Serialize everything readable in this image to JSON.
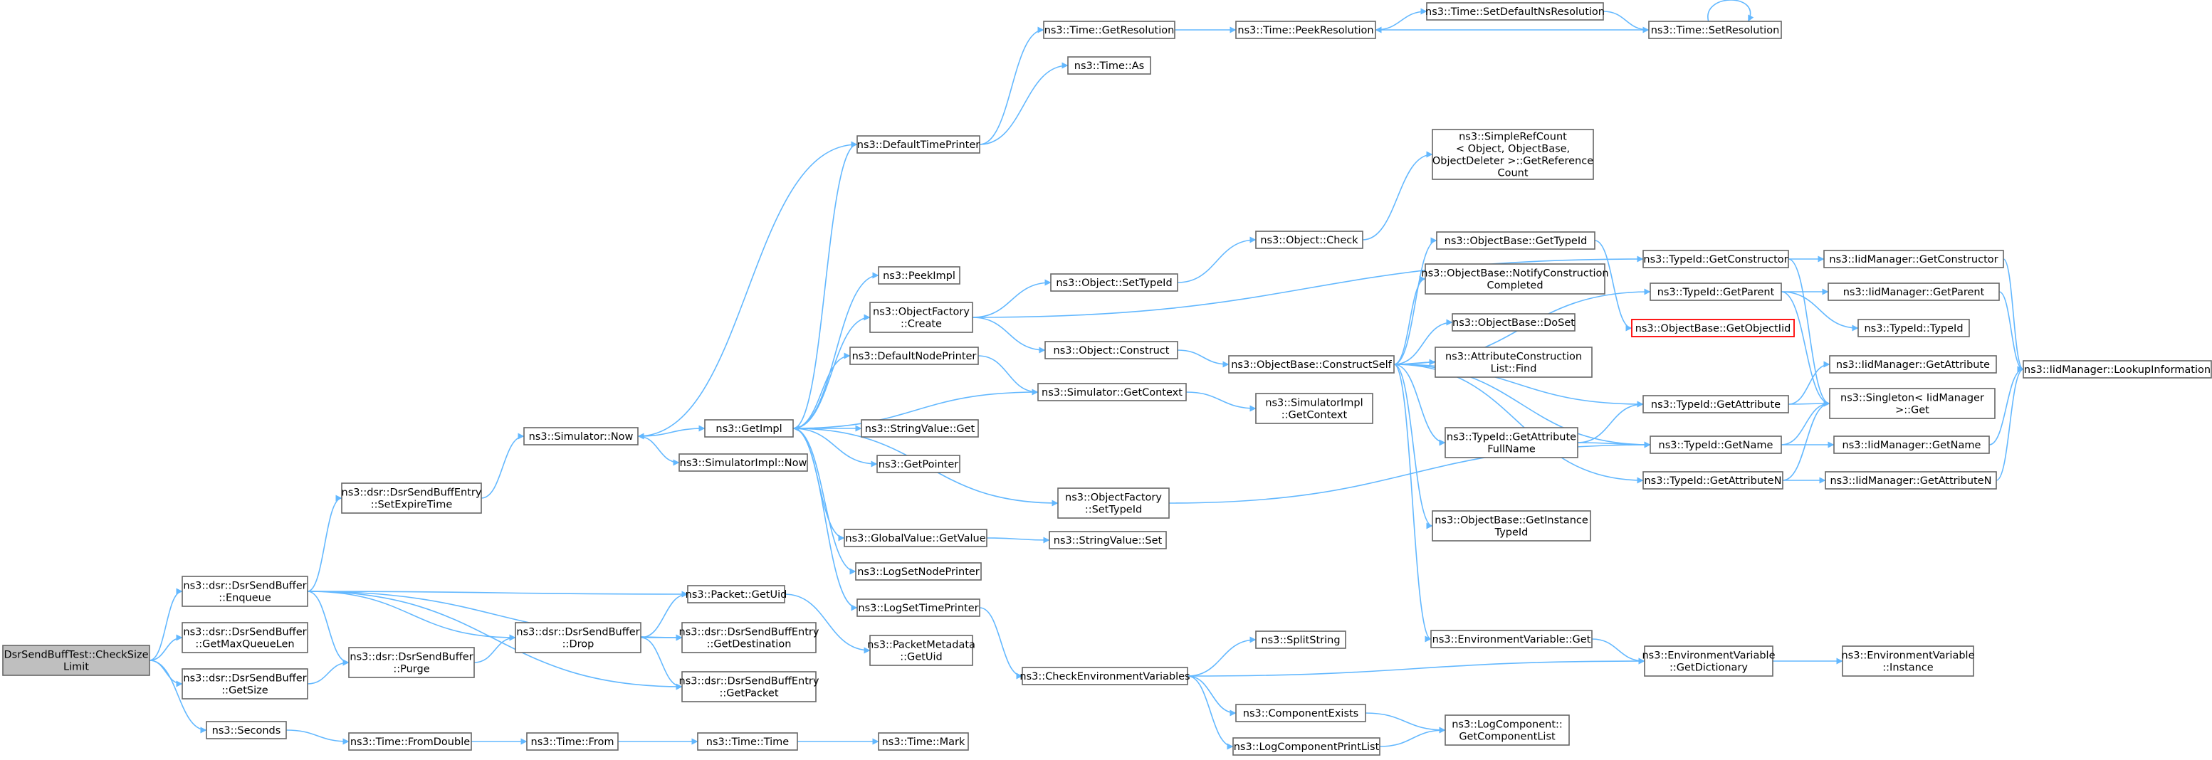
{
  "nodes": [
    {
      "id": "root",
      "lines": [
        "DsrSendBuffTest::CheckSize",
        "Limit"
      ],
      "cls": "root"
    },
    {
      "id": "enqueue",
      "lines": [
        "ns3::dsr::DsrSendBuffer",
        "::Enqueue"
      ]
    },
    {
      "id": "getmaxq",
      "lines": [
        "ns3::dsr::DsrSendBuffer",
        "::GetMaxQueueLen"
      ]
    },
    {
      "id": "getsize",
      "lines": [
        "ns3::dsr::DsrSendBuffer",
        "::GetSize"
      ]
    },
    {
      "id": "seconds",
      "lines": [
        "ns3::Seconds"
      ]
    },
    {
      "id": "setexpire",
      "lines": [
        "ns3::dsr::DsrSendBuffEntry",
        "::SetExpireTime"
      ]
    },
    {
      "id": "purge",
      "lines": [
        "ns3::dsr::DsrSendBuffer",
        "::Purge"
      ]
    },
    {
      "id": "drop",
      "lines": [
        "ns3::dsr::DsrSendBuffer",
        "::Drop"
      ]
    },
    {
      "id": "pktuid",
      "lines": [
        "ns3::Packet::GetUid"
      ]
    },
    {
      "id": "getdest",
      "lines": [
        "ns3::dsr::DsrSendBuffEntry",
        "::GetDestination"
      ]
    },
    {
      "id": "getpacket",
      "lines": [
        "ns3::dsr::DsrSendBuffEntry",
        "::GetPacket"
      ]
    },
    {
      "id": "fromdouble",
      "lines": [
        "ns3::Time::FromDouble"
      ]
    },
    {
      "id": "from",
      "lines": [
        "ns3::Time::From"
      ]
    },
    {
      "id": "timetime",
      "lines": [
        "ns3::Time::Time"
      ]
    },
    {
      "id": "mark",
      "lines": [
        "ns3::Time::Mark"
      ]
    },
    {
      "id": "simnow",
      "lines": [
        "ns3::Simulator::Now"
      ]
    },
    {
      "id": "getimpl",
      "lines": [
        "ns3::GetImpl"
      ]
    },
    {
      "id": "simimplnow",
      "lines": [
        "ns3::SimulatorImpl::Now"
      ]
    },
    {
      "id": "deftimeprinter",
      "lines": [
        "ns3::DefaultTimePrinter"
      ]
    },
    {
      "id": "peekimpl",
      "lines": [
        "ns3::PeekImpl"
      ]
    },
    {
      "id": "ofcreate",
      "lines": [
        "ns3::ObjectFactory",
        "::Create"
      ]
    },
    {
      "id": "defnodeprinter",
      "lines": [
        "ns3::DefaultNodePrinter"
      ]
    },
    {
      "id": "strvalget",
      "lines": [
        "ns3::StringValue::Get"
      ]
    },
    {
      "id": "getpointer",
      "lines": [
        "ns3::GetPointer"
      ]
    },
    {
      "id": "ofsettypeid",
      "lines": [
        "ns3::ObjectFactory",
        "::SetTypeId"
      ]
    },
    {
      "id": "gvgetvalue",
      "lines": [
        "ns3::GlobalValue::GetValue"
      ]
    },
    {
      "id": "logsetnode",
      "lines": [
        "ns3::LogSetNodePrinter"
      ]
    },
    {
      "id": "logsettime",
      "lines": [
        "ns3::LogSetTimePrinter"
      ]
    },
    {
      "id": "pmgetuid",
      "lines": [
        "ns3::PacketMetadata",
        "::GetUid"
      ]
    },
    {
      "id": "checkenv",
      "lines": [
        "ns3::CheckEnvironmentVariables"
      ]
    },
    {
      "id": "getres",
      "lines": [
        "ns3::Time::GetResolution"
      ]
    },
    {
      "id": "timeas",
      "lines": [
        "ns3::Time::As"
      ]
    },
    {
      "id": "peekres",
      "lines": [
        "ns3::Time::PeekResolution"
      ]
    },
    {
      "id": "setdefns",
      "lines": [
        "ns3::Time::SetDefaultNsResolution"
      ]
    },
    {
      "id": "setres",
      "lines": [
        "ns3::Time::SetResolution"
      ]
    },
    {
      "id": "objsettypeid",
      "lines": [
        "ns3::Object::SetTypeId"
      ]
    },
    {
      "id": "objconstruct",
      "lines": [
        "ns3::Object::Construct"
      ]
    },
    {
      "id": "objcheck",
      "lines": [
        "ns3::Object::Check"
      ]
    },
    {
      "id": "simplerefcount",
      "lines": [
        "ns3::SimpleRefCount",
        "< Object, ObjectBase,",
        "ObjectDeleter >::GetReference",
        "Count"
      ]
    },
    {
      "id": "simgetcontext",
      "lines": [
        "ns3::Simulator::GetContext"
      ]
    },
    {
      "id": "simimplgetcontext",
      "lines": [
        "ns3::SimulatorImpl",
        "::GetContext"
      ]
    },
    {
      "id": "strvalset",
      "lines": [
        "ns3::StringValue::Set"
      ]
    },
    {
      "id": "constructself",
      "lines": [
        "ns3::ObjectBase::ConstructSelf"
      ]
    },
    {
      "id": "obgettypeid",
      "lines": [
        "ns3::ObjectBase::GetTypeId"
      ]
    },
    {
      "id": "obnotify",
      "lines": [
        "ns3::ObjectBase::NotifyConstruction",
        "Completed"
      ]
    },
    {
      "id": "obdoset",
      "lines": [
        "ns3::ObjectBase::DoSet"
      ]
    },
    {
      "id": "attrfind",
      "lines": [
        "ns3::AttributeConstruction",
        "List::Find"
      ]
    },
    {
      "id": "tidgetattrfull",
      "lines": [
        "ns3::TypeId::GetAttribute",
        "FullName"
      ]
    },
    {
      "id": "obgetinstance",
      "lines": [
        "ns3::ObjectBase::GetInstance",
        "TypeId"
      ]
    },
    {
      "id": "envget",
      "lines": [
        "ns3::EnvironmentVariable::Get"
      ]
    },
    {
      "id": "splitstring",
      "lines": [
        "ns3::SplitString"
      ]
    },
    {
      "id": "compexists",
      "lines": [
        "ns3::ComponentExists"
      ]
    },
    {
      "id": "logcompprint",
      "lines": [
        "ns3::LogComponentPrintList"
      ]
    },
    {
      "id": "logcompgetlist",
      "lines": [
        "ns3::LogComponent::",
        "GetComponentList"
      ]
    },
    {
      "id": "envgetdict",
      "lines": [
        "ns3::EnvironmentVariable",
        "::GetDictionary"
      ]
    },
    {
      "id": "envinstance",
      "lines": [
        "ns3::EnvironmentVariable",
        "::Instance"
      ]
    },
    {
      "id": "tidgetctor",
      "lines": [
        "ns3::TypeId::GetConstructor"
      ]
    },
    {
      "id": "tidgetparent",
      "lines": [
        "ns3::TypeId::GetParent"
      ]
    },
    {
      "id": "obgetobjtid",
      "lines": [
        "ns3::ObjectBase::GetObjectIid"
      ],
      "cls": "red"
    },
    {
      "id": "tidgetattr",
      "lines": [
        "ns3::TypeId::GetAttribute"
      ]
    },
    {
      "id": "tidgetname",
      "lines": [
        "ns3::TypeId::GetName"
      ]
    },
    {
      "id": "tidgetattrn",
      "lines": [
        "ns3::TypeId::GetAttributeN"
      ]
    },
    {
      "id": "iidgetctor",
      "lines": [
        "ns3::IidManager::GetConstructor"
      ]
    },
    {
      "id": "iidgetparent",
      "lines": [
        "ns3::IidManager::GetParent"
      ]
    },
    {
      "id": "tidtypeid",
      "lines": [
        "ns3::TypeId::TypeId"
      ]
    },
    {
      "id": "iidgetattr",
      "lines": [
        "ns3::IidManager::GetAttribute"
      ]
    },
    {
      "id": "singletonget",
      "lines": [
        "ns3::Singleton< IidManager",
        ">::Get"
      ]
    },
    {
      "id": "iidgetname",
      "lines": [
        "ns3::IidManager::GetName"
      ]
    },
    {
      "id": "iidgetattrn",
      "lines": [
        "ns3::IidManager::GetAttributeN"
      ]
    },
    {
      "id": "iidlookup",
      "lines": [
        "ns3::IidManager::LookupInformation"
      ]
    }
  ],
  "edges": [
    [
      "root",
      "enqueue"
    ],
    [
      "root",
      "getmaxq"
    ],
    [
      "root",
      "getsize"
    ],
    [
      "root",
      "seconds"
    ],
    [
      "enqueue",
      "setexpire"
    ],
    [
      "enqueue",
      "pktuid"
    ],
    [
      "enqueue",
      "getdest"
    ],
    [
      "enqueue",
      "drop"
    ],
    [
      "enqueue",
      "purge"
    ],
    [
      "enqueue",
      "getpacket"
    ],
    [
      "getsize",
      "purge"
    ],
    [
      "purge",
      "drop"
    ],
    [
      "drop",
      "pktuid"
    ],
    [
      "drop",
      "getdest"
    ],
    [
      "drop",
      "getpacket"
    ],
    [
      "pktuid",
      "pmgetuid"
    ],
    [
      "seconds",
      "fromdouble"
    ],
    [
      "fromdouble",
      "from"
    ],
    [
      "from",
      "timetime"
    ],
    [
      "timetime",
      "mark"
    ],
    [
      "setexpire",
      "simnow"
    ],
    [
      "simnow",
      "getimpl"
    ],
    [
      "simnow",
      "simimplnow"
    ],
    [
      "getimpl",
      "deftimeprinter"
    ],
    [
      "getimpl",
      "peekimpl"
    ],
    [
      "getimpl",
      "ofcreate"
    ],
    [
      "getimpl",
      "defnodeprinter"
    ],
    [
      "getimpl",
      "strvalget"
    ],
    [
      "getimpl",
      "getpointer"
    ],
    [
      "getimpl",
      "ofsettypeid"
    ],
    [
      "getimpl",
      "gvgetvalue"
    ],
    [
      "getimpl",
      "logsetnode"
    ],
    [
      "getimpl",
      "logsettime"
    ],
    [
      "deftimeprinter",
      "simnow"
    ],
    [
      "deftimeprinter",
      "getres"
    ],
    [
      "deftimeprinter",
      "timeas"
    ],
    [
      "getres",
      "peekres"
    ],
    [
      "peekres",
      "setdefns"
    ],
    [
      "setdefns",
      "setres"
    ],
    [
      "setres",
      "peekres"
    ],
    [
      "setres",
      "setres"
    ],
    [
      "ofcreate",
      "objsettypeid"
    ],
    [
      "ofcreate",
      "objconstruct"
    ],
    [
      "ofcreate",
      "tidgetctor"
    ],
    [
      "objsettypeid",
      "objcheck"
    ],
    [
      "objcheck",
      "simplerefcount"
    ],
    [
      "objconstruct",
      "constructself"
    ],
    [
      "defnodeprinter",
      "simgetcontext"
    ],
    [
      "simgetcontext",
      "getimpl"
    ],
    [
      "simgetcontext",
      "simimplgetcontext"
    ],
    [
      "ofsettypeid",
      "tidgetname"
    ],
    [
      "gvgetvalue",
      "strvalset"
    ],
    [
      "logsettime",
      "checkenv"
    ],
    [
      "checkenv",
      "splitstring"
    ],
    [
      "checkenv",
      "envgetdict"
    ],
    [
      "checkenv",
      "compexists"
    ],
    [
      "checkenv",
      "logcompprint"
    ],
    [
      "compexists",
      "logcompgetlist"
    ],
    [
      "logcompprint",
      "logcompgetlist"
    ],
    [
      "envgetdict",
      "envinstance"
    ],
    [
      "envget",
      "envgetdict"
    ],
    [
      "constructself",
      "obgettypeid"
    ],
    [
      "constructself",
      "obnotify"
    ],
    [
      "constructself",
      "obdoset"
    ],
    [
      "constructself",
      "attrfind"
    ],
    [
      "constructself",
      "tidgetattrfull"
    ],
    [
      "constructself",
      "obgetinstance"
    ],
    [
      "constructself",
      "envget"
    ],
    [
      "constructself",
      "tidgetparent"
    ],
    [
      "constructself",
      "tidgetattr"
    ],
    [
      "constructself",
      "tidgetname"
    ],
    [
      "constructself",
      "tidgetattrn"
    ],
    [
      "obgettypeid",
      "obgetobjtid"
    ],
    [
      "tidgetattrfull",
      "tidgetattr"
    ],
    [
      "tidgetattrfull",
      "tidgetname"
    ],
    [
      "tidgetctor",
      "iidgetctor"
    ],
    [
      "tidgetctor",
      "singletonget"
    ],
    [
      "tidgetparent",
      "iidgetparent"
    ],
    [
      "tidgetparent",
      "tidtypeid"
    ],
    [
      "tidgetparent",
      "singletonget"
    ],
    [
      "tidgetattr",
      "iidgetattr"
    ],
    [
      "tidgetattr",
      "singletonget"
    ],
    [
      "tidgetname",
      "singletonget"
    ],
    [
      "tidgetname",
      "iidgetname"
    ],
    [
      "tidgetattrn",
      "singletonget"
    ],
    [
      "tidgetattrn",
      "iidgetattrn"
    ],
    [
      "iidgetctor",
      "iidlookup"
    ],
    [
      "iidgetparent",
      "iidlookup"
    ],
    [
      "iidgetname",
      "iidlookup"
    ],
    [
      "iidgetattrn",
      "iidlookup"
    ]
  ]
}
